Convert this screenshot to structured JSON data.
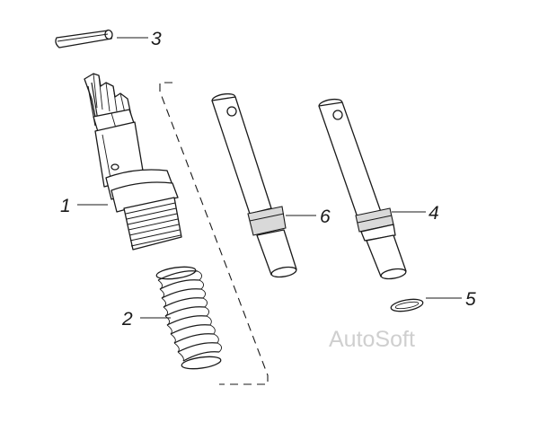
{
  "callouts": [
    {
      "label": "1"
    },
    {
      "label": "2"
    },
    {
      "label": "3"
    },
    {
      "label": "4"
    },
    {
      "label": "5"
    },
    {
      "label": "6"
    }
  ],
  "watermark": "AutoSoft"
}
